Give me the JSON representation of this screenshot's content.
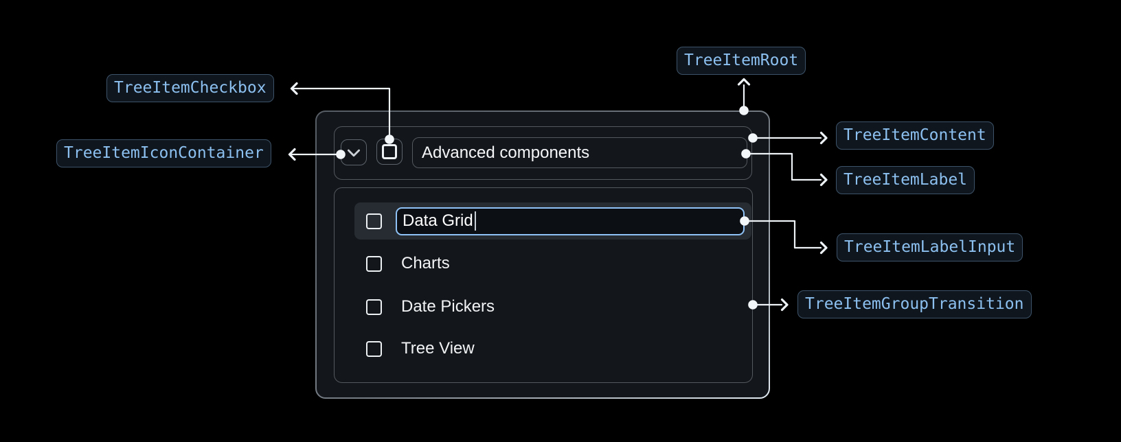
{
  "diagram": {
    "labels": {
      "root": "TreeItemRoot",
      "checkbox": "TreeItemCheckbox",
      "icon_container": "TreeItemIconContainer",
      "content": "TreeItemContent",
      "label": "TreeItemLabel",
      "label_input": "TreeItemLabelInput",
      "group_transition": "TreeItemGroupTransition"
    },
    "colors": {
      "page_bg": "#000000",
      "tree_bg": "#13161b",
      "box_border": "#53595f",
      "annotation_text": "#8cc0f0",
      "annotation_border": "#3d5369",
      "annotation_bg": "#10161d",
      "connector": "#eef3f7",
      "input_focus_border": "#8fc3f7",
      "row_highlight_bg": "#272c33"
    }
  },
  "tree": {
    "parent_item": {
      "label": "Advanced components"
    },
    "editing_item": {
      "input_value": "Data Grid"
    },
    "child_items": [
      "Charts",
      "Date Pickers",
      "Tree View"
    ]
  }
}
